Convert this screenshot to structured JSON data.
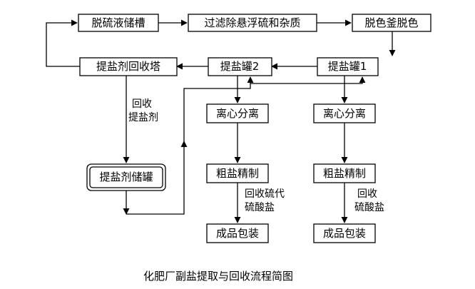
{
  "diagram": {
    "nodes": {
      "n1": "脱硫液储槽",
      "n2": "过滤除悬浮硫和杂质",
      "n3": "脱色釜脱色",
      "n4": "提盐剂回收塔",
      "n5": "提盐罐2",
      "n6": "提盐罐1",
      "n7": "离心分离",
      "n8": "离心分离",
      "n9": "提盐剂储罐",
      "n10": "粗盐精制",
      "n11": "粗盐精制",
      "n12": "成品包装",
      "n13": "成品包装"
    },
    "labels": {
      "l1_a": "回收",
      "l1_b": "提盐剂",
      "l2_a": "回收硫代",
      "l2_b": "硫酸盐",
      "l3_a": "回收",
      "l3_b": "硫酸盐"
    },
    "caption": "化肥厂副盐提取与回收流程简图"
  }
}
